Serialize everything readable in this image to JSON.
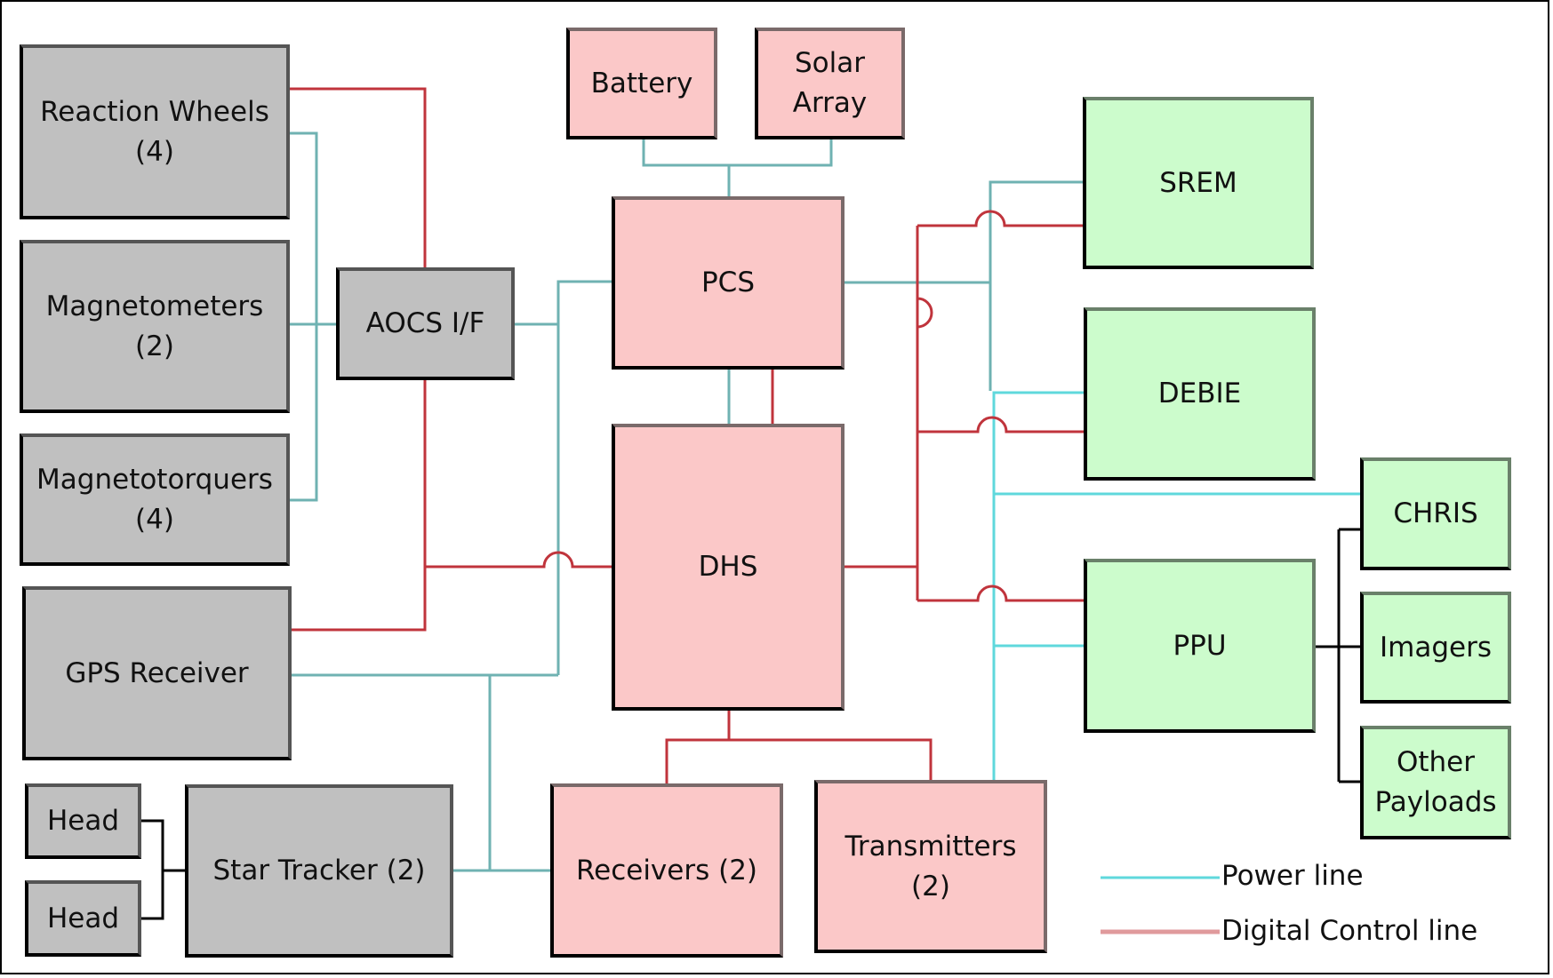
{
  "colors": {
    "power_line": "#6fb2b2",
    "power_line_bright": "#5fd8dc",
    "control_line": "#c0343c",
    "subsystem_gray": "#c0c0c0",
    "power_data_pink": "#fbc8c8",
    "payload_green": "#ccfccc"
  },
  "blocks": {
    "reaction_wheels": "Reaction Wheels\n(4)",
    "magnetometers": "Magnetometers\n(2)",
    "magnetotorquers": "Magnetotorquers\n(4)",
    "gps_receiver": "GPS Receiver",
    "head_1": "Head",
    "head_2": "Head",
    "star_tracker": "Star Tracker (2)",
    "aocs_if": "AOCS I/F",
    "battery": "Battery",
    "solar_array": "Solar\nArray",
    "pcs": "PCS",
    "dhs": "DHS",
    "receivers": "Receivers (2)",
    "transmitters": "Transmitters\n(2)",
    "srem": "SREM",
    "debie": "DEBIE",
    "ppu": "PPU",
    "chris": "CHRIS",
    "imagers": "Imagers",
    "other_payloads": "Other\nPayloads"
  },
  "legend": {
    "power": "Power line",
    "control": "Digital Control line"
  }
}
